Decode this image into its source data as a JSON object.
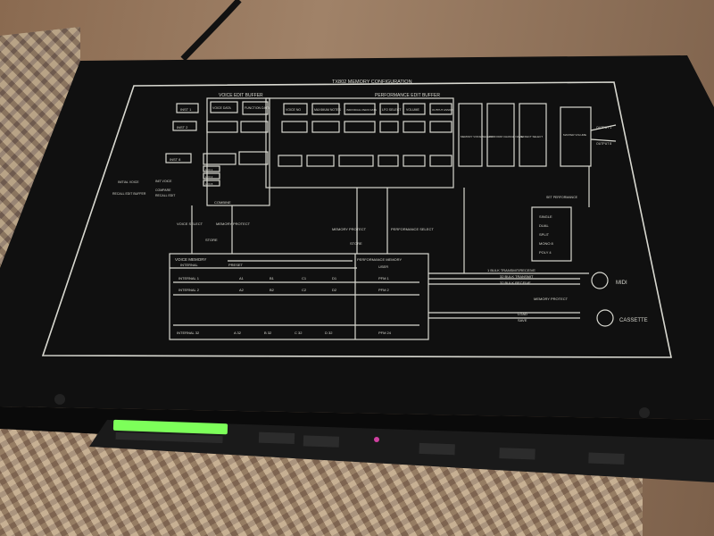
{
  "panel": {
    "title": "TX802 MEMORY CONFIGURATION",
    "voice_edit_buffer": "VOICE EDIT BUFFER",
    "performance_edit_buffer": "PERFORMANCE EDIT BUFFER",
    "inst_labels": [
      "INST 1",
      "INST 2",
      "INST 8"
    ],
    "voice_cols": [
      "VOICE DATA",
      "FUNCTION DATA"
    ],
    "perf_cols": [
      "VOICE NO",
      "MAXIMUM NOTES",
      "INDIVIDUAL PERF DATA",
      "LFO SELECT",
      "VOLUME",
      "OUTPUT ASSIGN"
    ],
    "right_blocks": [
      "MEMORY VOICE SELECT",
      "PERFORM CHANGE NAME",
      "EFFECT SELECT",
      "MASTER VOLUME"
    ],
    "outputs": [
      "OUTPUT 1",
      "OUTPUT 8"
    ],
    "lfo_labels": [
      "LFO 1",
      "LFO 2",
      "LFO 8"
    ],
    "initial_voice": "INITIAL VOICE",
    "recall_edit_buffer": "RECALL EDIT BUFFER",
    "init_voice": "INIT VOICE",
    "compare": "COMPARE",
    "recall_edit": "RECALL EDIT",
    "combine": "COMBINE",
    "voice_select": "VOICE SELECT",
    "memory_protect": "MEMORY PROTECT",
    "store": "STORE",
    "performance_select": "PERFORMANCE SELECT",
    "set_performance": "SET PERFORMANCE",
    "modes": [
      "SINGLE",
      "DUAL",
      "SPLIT",
      "MONO 8",
      "POLY 4"
    ],
    "voice_memory": "VOICE MEMORY",
    "internal": "INTERNAL",
    "preset": "PRESET",
    "performance_memory": "PERFORMANCE MEMORY",
    "user": "USER",
    "memory_rows": [
      [
        "INTERNAL 1",
        "A1",
        "B1",
        "C1",
        "D1",
        "PFM 1"
      ],
      [
        "INTERNAL 2",
        "A2",
        "B2",
        "C2",
        "D2",
        "PFM 2"
      ],
      [
        "INTERNAL 32",
        "A 32",
        "B 32",
        "C 32",
        "D 32",
        "PFM 24"
      ]
    ],
    "midi_lines": [
      "1 BULK TRANSMIT/RECEIVE",
      "32 BULK TRANSMIT",
      "32 BULK RECEIVE"
    ],
    "midi": "MIDI",
    "cassette_lines": [
      "LOAD",
      "SAVE"
    ],
    "cassette": "CASSETTE"
  },
  "colors": {
    "panel_bg": "#141414",
    "print": "#d8d8d0",
    "led": "#7dff5a",
    "floor": "#8a6a50"
  }
}
